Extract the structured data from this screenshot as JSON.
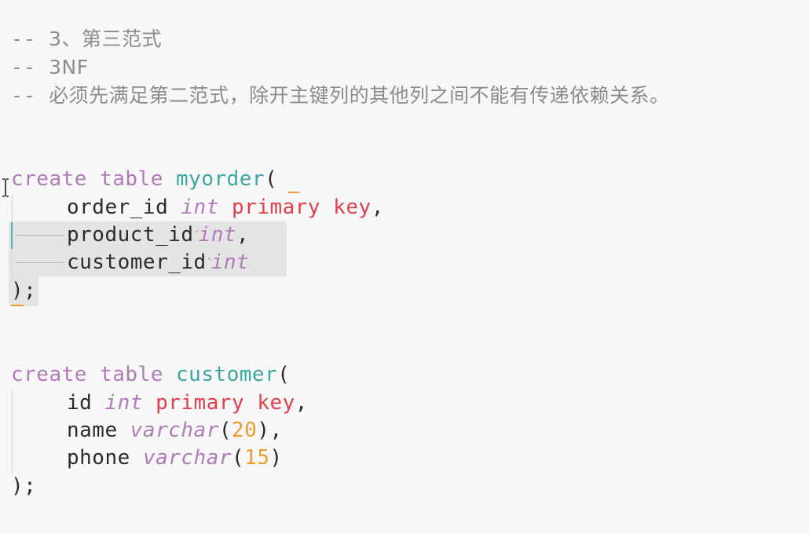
{
  "comments": {
    "line1": "3、第三范式",
    "line2": "3NF",
    "line3": "必须先满足第二范式，除开主键列的其他列之间不能有传递依赖关系。",
    "prefix": "-- "
  },
  "table1": {
    "create_kw": "create",
    "table_kw": "table",
    "name": "myorder",
    "open_paren": "(",
    "col1_name": "order_id",
    "col1_type": "int",
    "col1_constraint": "primary key",
    "col1_comma": ",",
    "col2_name": "product_id",
    "col2_type": "int",
    "col2_comma": ",",
    "col3_name": "customer_id",
    "col3_type": "int",
    "close": ");"
  },
  "table2": {
    "create_kw": "create",
    "table_kw": "table",
    "name": "customer",
    "open_paren": "(",
    "col1_name": "id",
    "col1_type": "int",
    "col1_constraint": "primary key",
    "col1_comma": ",",
    "col2_name": "name",
    "col2_type": "varchar",
    "col2_len": "20",
    "col2_suffix": "),",
    "col3_name": "phone",
    "col3_type": "varchar",
    "col3_len": "15",
    "col3_suffix": ")",
    "close": ");"
  },
  "colors": {
    "background": "#f7f7f7",
    "comment": "#8c8c8c",
    "keyword": "#b07bb8",
    "table_name": "#3aa7a3",
    "constraint": "#e0404e",
    "number": "#ee9a2d",
    "selection": "#e4e4e4"
  }
}
